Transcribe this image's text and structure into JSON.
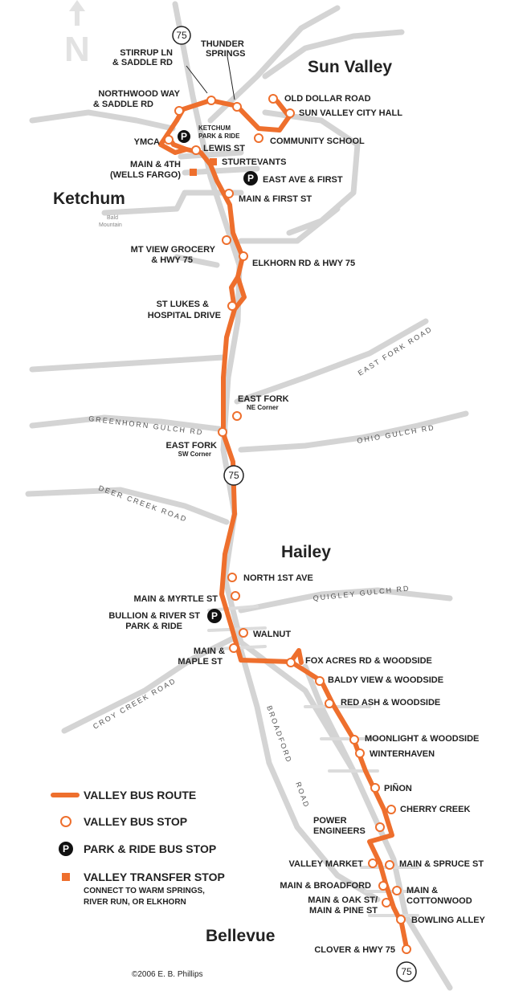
{
  "towns": {
    "sun_valley": "Sun Valley",
    "ketchum": "Ketchum",
    "hailey": "Hailey",
    "bellevue": "Bellevue"
  },
  "landmark": {
    "line1": "Bald",
    "line2": "Mountain"
  },
  "north_arrow": {
    "letter": "N"
  },
  "highway": {
    "number": "75"
  },
  "roads": {
    "east_fork": "EAST FORK ROAD",
    "greenhorn": "GREENHORN GULCH RD",
    "ohio": "OHIO GULCH RD",
    "deer_creek": "DEER CREEK ROAD",
    "quigley": "QUIGLEY GULCH RD",
    "croy": "CROY CREEK ROAD",
    "broadford": "BROADFORD",
    "road": "ROAD"
  },
  "stops": {
    "stirrup_1": "STIRRUP LN",
    "stirrup_2": "& SADDLE RD",
    "thunder_1": "THUNDER",
    "thunder_2": "SPRINGS",
    "northwood_1": "NORTHWOOD WAY",
    "northwood_2": "& SADDLE RD",
    "old_dollar": "OLD DOLLAR ROAD",
    "city_hall": "SUN VALLEY CITY HALL",
    "ymca": "YMCA",
    "ketchum_pr_1": "KETCHUM",
    "ketchum_pr_2": "PARK & RIDE",
    "lewis": "LEWIS ST",
    "community_school": "COMMUNITY SCHOOL",
    "main_4th_1": "MAIN & 4TH",
    "main_4th_2": "(WELLS FARGO)",
    "sturtevants": "STURTEVANTS",
    "east_ave": "EAST AVE & FIRST",
    "main_first": "MAIN & FIRST ST",
    "mt_view_1": "MT VIEW GROCERY",
    "mt_view_2": "& HWY 75",
    "elkhorn": "ELKHORN RD & HWY 75",
    "st_lukes_1": "ST LUKES &",
    "st_lukes_2": "HOSPITAL DRIVE",
    "east_fork_ne": "EAST FORK",
    "east_fork_ne_sub": "NE Corner",
    "east_fork_sw": "EAST FORK",
    "east_fork_sw_sub": "SW Corner",
    "north_1st": "NORTH 1ST AVE",
    "main_myrtle": "MAIN & MYRTLE ST",
    "bullion_1": "BULLION & RIVER ST",
    "bullion_2": "PARK & RIDE",
    "walnut": "WALNUT",
    "main_maple_1": "MAIN  &",
    "main_maple_2": "MAPLE ST",
    "fox_acres": "FOX ACRES RD & WOODSIDE",
    "baldy_view": "BALDY VIEW & WOODSIDE",
    "red_ash": "RED ASH & WOODSIDE",
    "moonlight": "MOONLIGHT & WOODSIDE",
    "winterhaven": "WINTERHAVEN",
    "pinon": "PIÑON",
    "cherry_creek": "CHERRY CREEK",
    "power_1": "POWER",
    "power_2": "ENGINEERS",
    "valley_market": "VALLEY MARKET",
    "main_spruce": "MAIN & SPRUCE ST",
    "main_broadford": "MAIN & BROADFORD",
    "main_cottonwood_1": "MAIN &",
    "main_cottonwood_2": "COTTONWOOD",
    "main_oak_1": "MAIN & OAK ST/",
    "main_oak_2": "MAIN & PINE ST",
    "bowling": "BOWLING ALLEY",
    "clover": "CLOVER & HWY 75"
  },
  "legend": {
    "route": "VALLEY BUS ROUTE",
    "stop": "VALLEY BUS STOP",
    "park_ride": "PARK & RIDE BUS STOP",
    "transfer": "VALLEY TRANSFER STOP",
    "transfer_note_1": "CONNECT TO WARM SPRINGS,",
    "transfer_note_2": "RIVER RUN, OR ELKHORN",
    "p_symbol": "P"
  },
  "copyright": "©2006 E. B. Phillips",
  "colors": {
    "route": "#ee6f2d",
    "road": "#d4d4d4",
    "text": "#222222"
  }
}
